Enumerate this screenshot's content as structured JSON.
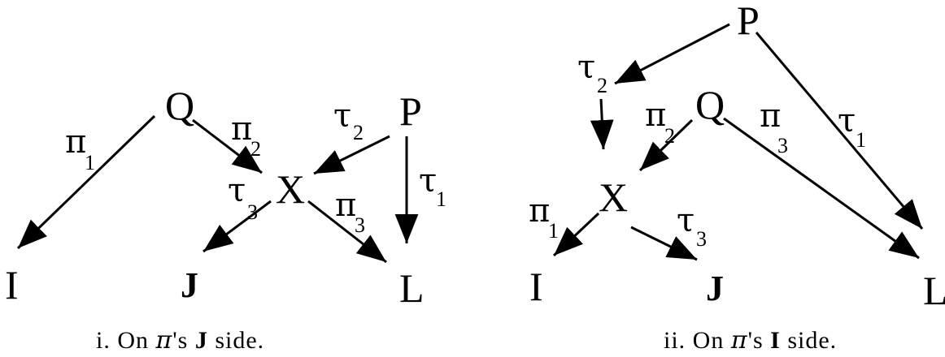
{
  "diagram_i": {
    "nodes": {
      "Q": "Q",
      "P": "P",
      "X": "X",
      "I": "I",
      "J": "J",
      "L": "L"
    },
    "edges": {
      "pi1": {
        "sym": "π",
        "sub": "1"
      },
      "pi2": {
        "sym": "π",
        "sub": "2"
      },
      "pi3": {
        "sym": "π",
        "sub": "3"
      },
      "tau1": {
        "sym": "τ",
        "sub": "1"
      },
      "tau2": {
        "sym": "τ",
        "sub": "2"
      },
      "tau3": {
        "sym": "τ",
        "sub": "3"
      }
    },
    "caption": {
      "prefix": "i.  On ",
      "pi": "π",
      "mid": "'s ",
      "bold": "J",
      "suffix": " side."
    }
  },
  "diagram_ii": {
    "nodes": {
      "Q": "Q",
      "P": "P",
      "X": "X",
      "I": "I",
      "J": "J",
      "L": "L"
    },
    "edges": {
      "pi1": {
        "sym": "π",
        "sub": "1"
      },
      "pi2": {
        "sym": "π",
        "sub": "2"
      },
      "pi3": {
        "sym": "π",
        "sub": "3"
      },
      "tau1": {
        "sym": "τ",
        "sub": "1"
      },
      "tau2": {
        "sym": "τ",
        "sub": "2"
      },
      "tau3": {
        "sym": "τ",
        "sub": "3"
      }
    },
    "caption": {
      "prefix": "ii.  On ",
      "pi": "π",
      "mid": "'s ",
      "bold": "I",
      "suffix": " side."
    }
  }
}
